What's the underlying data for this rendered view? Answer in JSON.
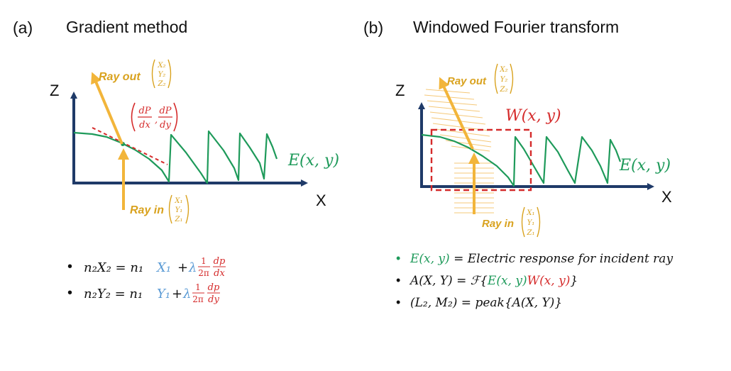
{
  "panels": {
    "a": {
      "tag": "(a)",
      "title": "Gradient method",
      "axis_z": "Z",
      "axis_x": "X",
      "curve_label": "E(x, y)",
      "ray_out_label": "Ray out",
      "ray_in_label": "Ray in",
      "out_vec": [
        "X₂",
        "Y₂",
        "Z₂"
      ],
      "in_vec": [
        "X₁",
        "Y₁",
        "Z₁"
      ],
      "gradient": {
        "num1": "dP",
        "den1": "dx",
        "comma": ",",
        "num2": "dP",
        "den2": "dy"
      },
      "eq1": {
        "lhs": "n₂X₂ = n₁",
        "var": "X₁",
        "plus": "+",
        "lambda": "λ",
        "frac_num": "1",
        "frac_den": "2π",
        "d_num": "dp",
        "d_den": "dx"
      },
      "eq2": {
        "lhs": "n₂Y₂ = n₁",
        "var": "Y₁",
        "plus": "+",
        "lambda": "λ",
        "frac_num": "1",
        "frac_den": "2π",
        "d_num": "dp",
        "d_den": "dy"
      }
    },
    "b": {
      "tag": "(b)",
      "title": "Windowed Fourier transform",
      "axis_z": "Z",
      "axis_x": "X",
      "curve_label": "E(x, y)",
      "window_label": "W(x, y)",
      "ray_out_label": "Ray out",
      "ray_in_label": "Ray in",
      "out_vec": [
        "X₂",
        "Y₂",
        "Z₂"
      ],
      "in_vec": [
        "X₁",
        "Y₁",
        "Z₁"
      ],
      "bullet1": {
        "a": "E(x, y)",
        "b": " = Electric response for incident ray"
      },
      "bullet2": {
        "a": "A(X, Y) = ℱ{",
        "b": "E(x, y)",
        "c": "W(x, y)",
        "d": "}"
      },
      "bullet3": "(L₂, M₂) = peak{A(X, Y)}"
    }
  },
  "colors": {
    "axis": "#1f3a68",
    "curve": "#1e9a5a",
    "ray": "#f2b53a",
    "ray_text": "#d9a21e",
    "red": "#d52b2b",
    "blue": "#5b9bd5",
    "text": "#111111"
  }
}
